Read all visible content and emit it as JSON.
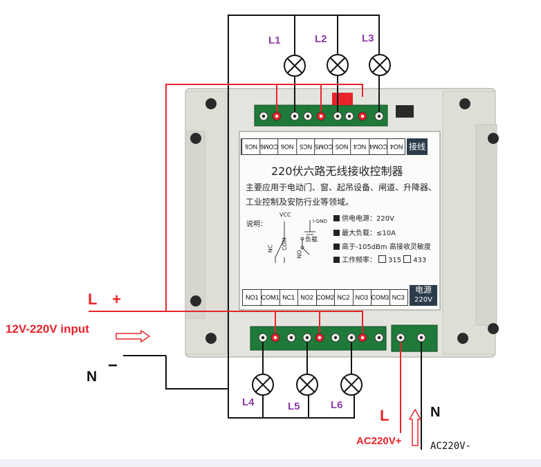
{
  "lamps": {
    "top": [
      "L1",
      "L2",
      "L3"
    ],
    "bottom": [
      "L4",
      "L5",
      "L6"
    ]
  },
  "input": {
    "l_plus": "L +",
    "voltage_text": "12V-220V input",
    "n_minus_n": "N",
    "n_minus_sign": "−"
  },
  "ac": {
    "l_label": "L",
    "n_label": "N",
    "plus_label": "AC220V+",
    "minus_label": "AC220V-"
  },
  "panel": {
    "top_terminals": [
      "NC6",
      "COM6",
      "NO6",
      "NC5",
      "COM5",
      "NO5",
      "NC4",
      "COM4",
      "NO4"
    ],
    "brand": "接线",
    "title": "220伏六路无线接收控制器",
    "desc_line1": "主要应用于电动门、窗、起吊设备、闸道、升降器、",
    "desc_line2": "工业控制及安防行业等领域。",
    "note_label": "说明：",
    "vcc": "VCC",
    "gnd": "I-GND",
    "nc": "NC",
    "com": "COM",
    "no": "NO",
    "load": "负载",
    "spec1": "供电电源：220V",
    "spec2": "最大负载：≤10A",
    "spec3": "高于-105dBm 高接收灵敏度",
    "spec4_prefix": "工作频率：",
    "spec4_opt1": "315",
    "spec4_opt2": "433",
    "bottom_terminals": [
      "NO1",
      "COM1",
      "NC1",
      "NO2",
      "COM2",
      "NC2",
      "NO3",
      "COM3",
      "NC3"
    ],
    "power_label": "电源",
    "power_voltage": "220V"
  },
  "colors": {
    "wire_red": "#e8232a",
    "wire_black": "#111111",
    "lamp_purple": "#8a3aa6",
    "terminal_green": "#1f7a3a",
    "housing": "#e3e3dc"
  }
}
